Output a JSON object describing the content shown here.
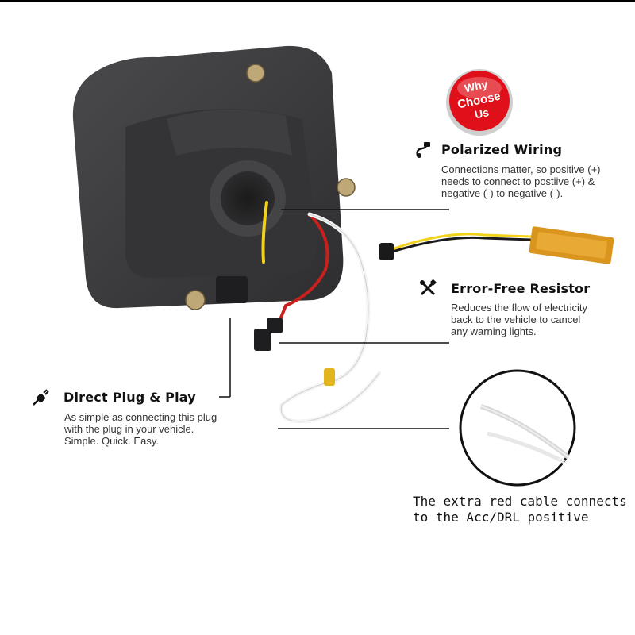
{
  "badge": {
    "lines": [
      "Why",
      "Choose",
      "Us"
    ],
    "color": "#e0101a"
  },
  "features": {
    "polarized": {
      "title": "Polarized Wiring",
      "icon": "wire-plug-icon",
      "lines": [
        "Connections matter, so positive (+)",
        "needs to connect to postiive (+) &",
        "negative (-) to negative (-)."
      ]
    },
    "resistor": {
      "title": "Error-Free Resistor",
      "icon": "tools-icon",
      "lines": [
        "Reduces the flow of electricity",
        "back to the vehicle to cancel",
        "any warning lights."
      ]
    },
    "plug": {
      "title": "Direct Plug & Play",
      "icon": "plug-icon",
      "lines": [
        "As simple as connecting this plug",
        "with the plug in your vehicle.",
        "Simple. Quick. Easy."
      ]
    }
  },
  "callout": {
    "lines": [
      "The extra red cable connects",
      "to the Acc/DRL positive"
    ]
  },
  "colors": {
    "housing": "#3a3a3c",
    "resistor": "#d9951e",
    "wire_red": "#c8201c",
    "wire_yellow": "#f2d21a"
  }
}
